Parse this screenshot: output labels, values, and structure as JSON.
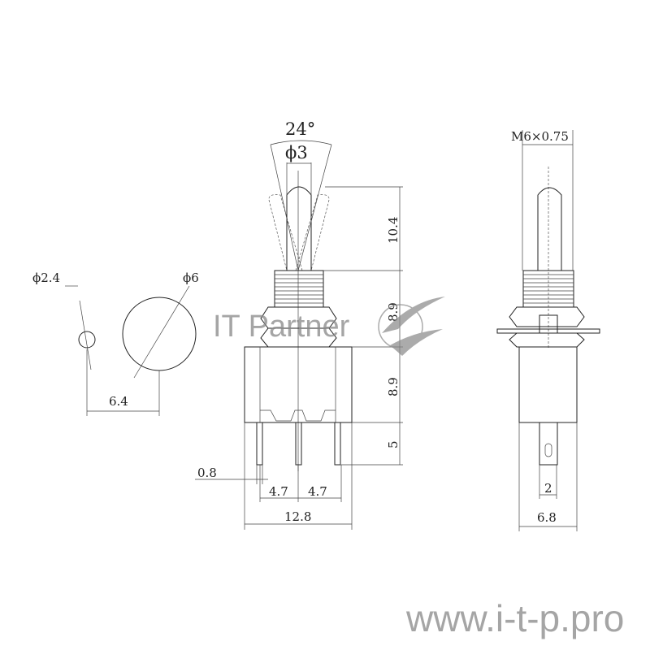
{
  "drawing": {
    "front_view": {
      "lever_angle": "24°",
      "lever_diameter": "ϕ3",
      "lever_height": "10.4",
      "bushing_height": "8.9",
      "body_height": "8.9",
      "pin_length": "5",
      "pin_width": "0.8",
      "pin_pitch_left": "4.7",
      "pin_pitch_right": "4.7",
      "body_width": "12.8"
    },
    "panel_cutout": {
      "small_hole": "ϕ2.4",
      "large_hole": "ϕ6",
      "spacing": "6.4"
    },
    "side_view": {
      "thread": "M6×0.75",
      "pin_width": "2",
      "body_depth": "6.8"
    }
  },
  "watermark": {
    "brand": "IT Partner",
    "url": "www.i-t-p.pro"
  }
}
